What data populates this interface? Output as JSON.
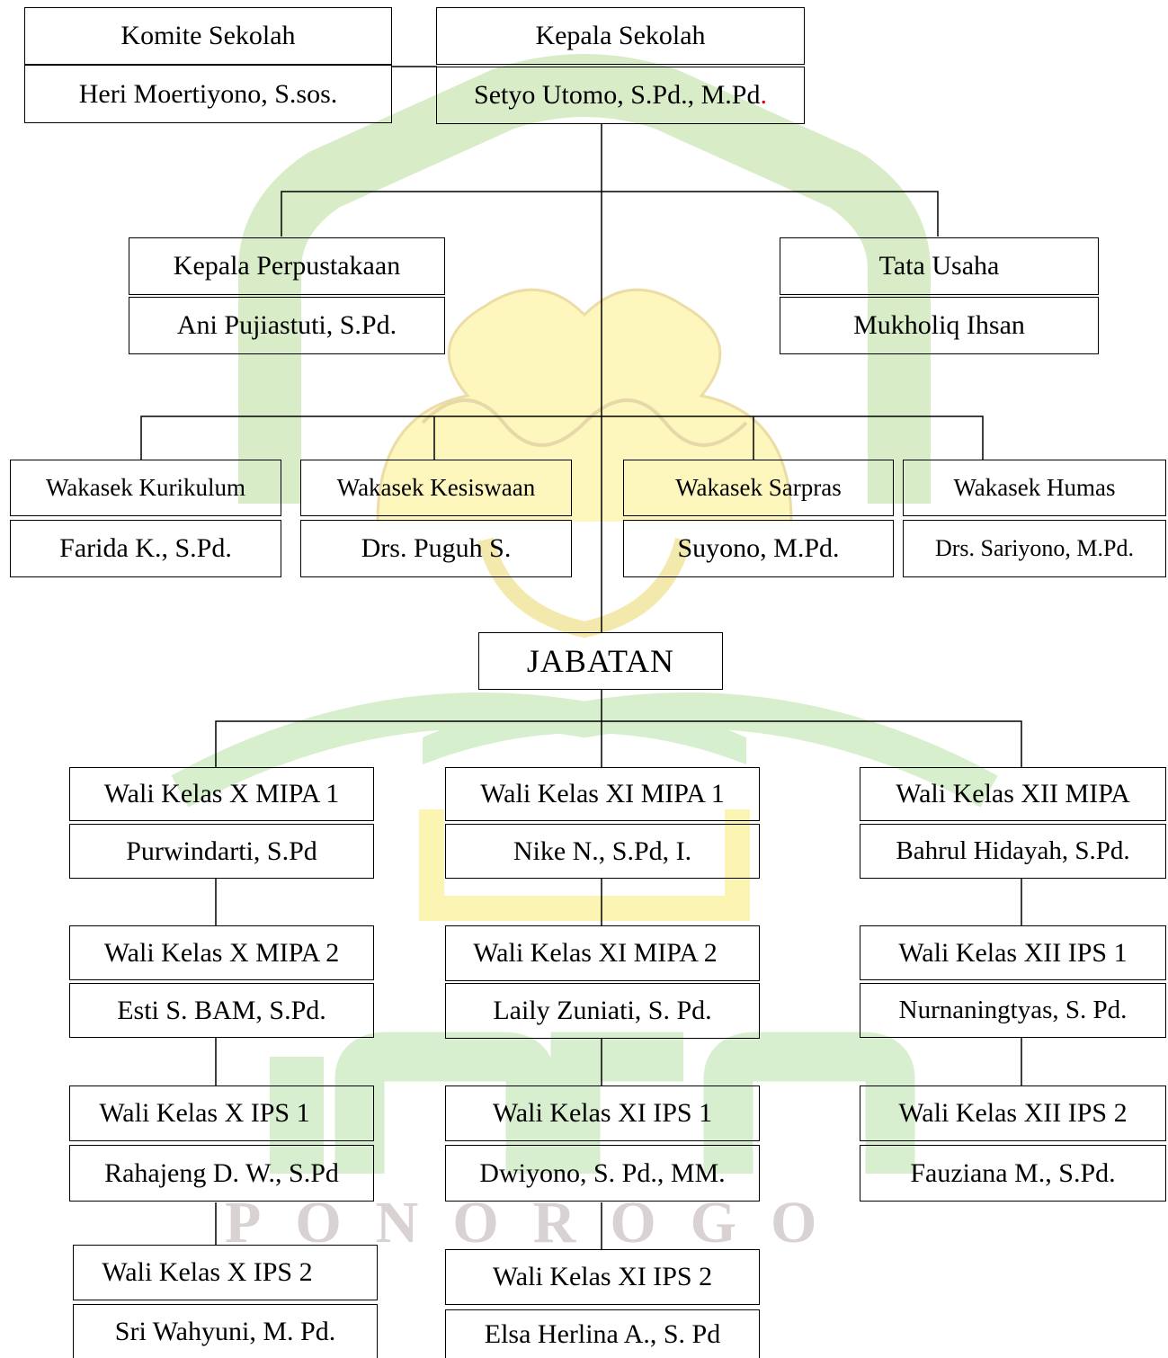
{
  "watermark": {
    "text": "PONOROGO"
  },
  "colors": {
    "watermark_green": "#c9ecc7",
    "watermark_yellow": "#fbf2a6",
    "watermark_line": "#e9e0bd",
    "accent_red": "#e0000f"
  },
  "top": {
    "komite": {
      "title": "Komite Sekolah",
      "name": "Heri Moertiyono, S.sos."
    },
    "kepala": {
      "title": "Kepala Sekolah",
      "name": "Setyo Utomo, S.Pd., M.Pd",
      "name_trailing_dot": "."
    }
  },
  "level2": {
    "perpustakaan": {
      "title": "Kepala Perpustakaan",
      "name": "Ani Pujiastuti, S.Pd."
    },
    "tata_usaha": {
      "title": "Tata Usaha",
      "name": "Mukholiq Ihsan"
    }
  },
  "wakasek": [
    {
      "title": "Wakasek Kurikulum",
      "name": "Farida K., S.Pd."
    },
    {
      "title": "Wakasek Kesiswaan",
      "name": "Drs. Puguh S."
    },
    {
      "title": "Wakasek Sarpras",
      "name": "Suyono, M.Pd."
    },
    {
      "title": "Wakasek Humas",
      "name": "Drs. Sariyono, M.Pd."
    }
  ],
  "jabatan": "JABATAN",
  "wali_x": [
    {
      "title": "Wali Kelas X MIPA 1",
      "name": "Purwindarti, S.Pd"
    },
    {
      "title": "Wali Kelas X MIPA 2",
      "name": "Esti S. BAM, S.Pd."
    },
    {
      "title": "Wali Kelas X IPS 1",
      "name": "Rahajeng D. W., S.Pd"
    },
    {
      "title": "Wali Kelas X IPS 2",
      "name": "Sri Wahyuni, M. Pd."
    }
  ],
  "wali_xi": [
    {
      "title": "Wali Kelas XI MIPA 1",
      "name": "Nike N., S.Pd, I."
    },
    {
      "title": "Wali Kelas XI MIPA 2",
      "name": "Laily Zuniati, S. Pd."
    },
    {
      "title": "Wali Kelas XI IPS 1",
      "name": "Dwiyono, S. Pd., MM."
    },
    {
      "title": "Wali Kelas XI IPS 2",
      "name": "Elsa Herlina A., S. Pd"
    }
  ],
  "wali_xii": [
    {
      "title": "Wali Kelas XII MIPA",
      "name": "Bahrul Hidayah, S.Pd."
    },
    {
      "title": "Wali Kelas XII IPS 1",
      "name": "Nurnaningtyas, S. Pd."
    },
    {
      "title": "Wali Kelas XII IPS 2",
      "name": "Fauziana M., S.Pd."
    }
  ]
}
